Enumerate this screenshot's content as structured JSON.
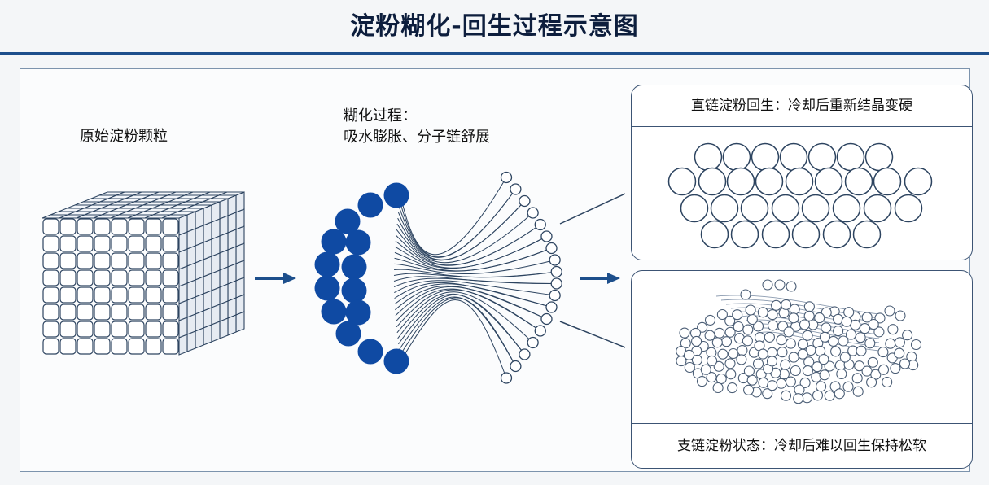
{
  "title": "淀粉糊化-回生过程示意图",
  "stages": {
    "raw": {
      "label": "原始淀粉颗粒"
    },
    "gelatinization": {
      "label_line1": "糊化过程：",
      "label_line2": "吸水膨胀、分子链舒展"
    },
    "amylose": {
      "label": "直链淀粉回生：冷却后重新结晶变硬"
    },
    "amylopectin": {
      "label": "支链淀粉状态：冷却后难以回生保持松软"
    }
  },
  "colors": {
    "title": "#0d1e3d",
    "accent": "#1d4f8c",
    "granule_fill": "#0f4aa3",
    "line": "#2d4460"
  }
}
